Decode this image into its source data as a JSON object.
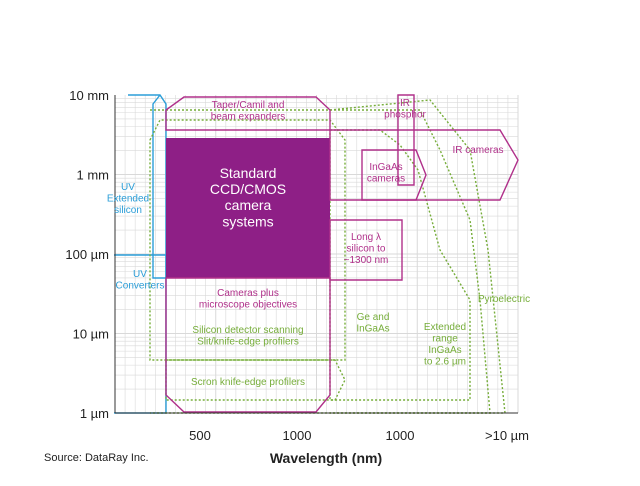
{
  "source": "Source: DataRay Inc.",
  "colors": {
    "magenta": "#b0308a",
    "purple_fill": "#8e1f86",
    "green": "#76ad3a",
    "blue": "#2b9ed8",
    "grid": "#d9d9d9",
    "axis": "#333333"
  },
  "chart_data": {
    "type": "area",
    "title": "",
    "xlabel": "Wavelength (nm)",
    "ylabel": "",
    "grid": true,
    "x_ticks": [
      "500",
      "1000",
      "1000",
      ">10 µm"
    ],
    "y_ticks": [
      "10 mm",
      "1 mm",
      "100 µm",
      "10 µm",
      "1 µm"
    ],
    "ylim": [
      "1 µm",
      "10 mm"
    ],
    "regions": [
      {
        "label": "Taper/Camil and beam expanders",
        "color": "magenta",
        "style": "outline"
      },
      {
        "label": "Standard CCD/CMOS camera systems",
        "color": "purple",
        "style": "filled"
      },
      {
        "label": "Cameras plus microscope objectives",
        "color": "magenta",
        "style": "outline"
      },
      {
        "label": "Silicon detector scanning Slit/knife-edge profilers",
        "color": "green",
        "style": "dotted"
      },
      {
        "label": "Scron knife-edge profilers",
        "color": "green",
        "style": "dotted"
      },
      {
        "label": "UV Extended silicon",
        "color": "blue",
        "style": "outline"
      },
      {
        "label": "UV Converters",
        "color": "blue",
        "style": "outline"
      },
      {
        "label": "IR phosphor",
        "color": "magenta",
        "style": "outline"
      },
      {
        "label": "IR cameras",
        "color": "magenta",
        "style": "outline"
      },
      {
        "label": "InGaAs cameras",
        "color": "magenta",
        "style": "outline"
      },
      {
        "label": "Long λ silicon to ~1300 nm",
        "color": "magenta",
        "style": "outline"
      },
      {
        "label": "Ge and InGaAs",
        "color": "green",
        "style": "dotted"
      },
      {
        "label": "Extended range InGaAs to 2.6 µm",
        "color": "green",
        "style": "dotted"
      },
      {
        "label": "Pyroelectric",
        "color": "green",
        "style": "dotted"
      }
    ]
  }
}
